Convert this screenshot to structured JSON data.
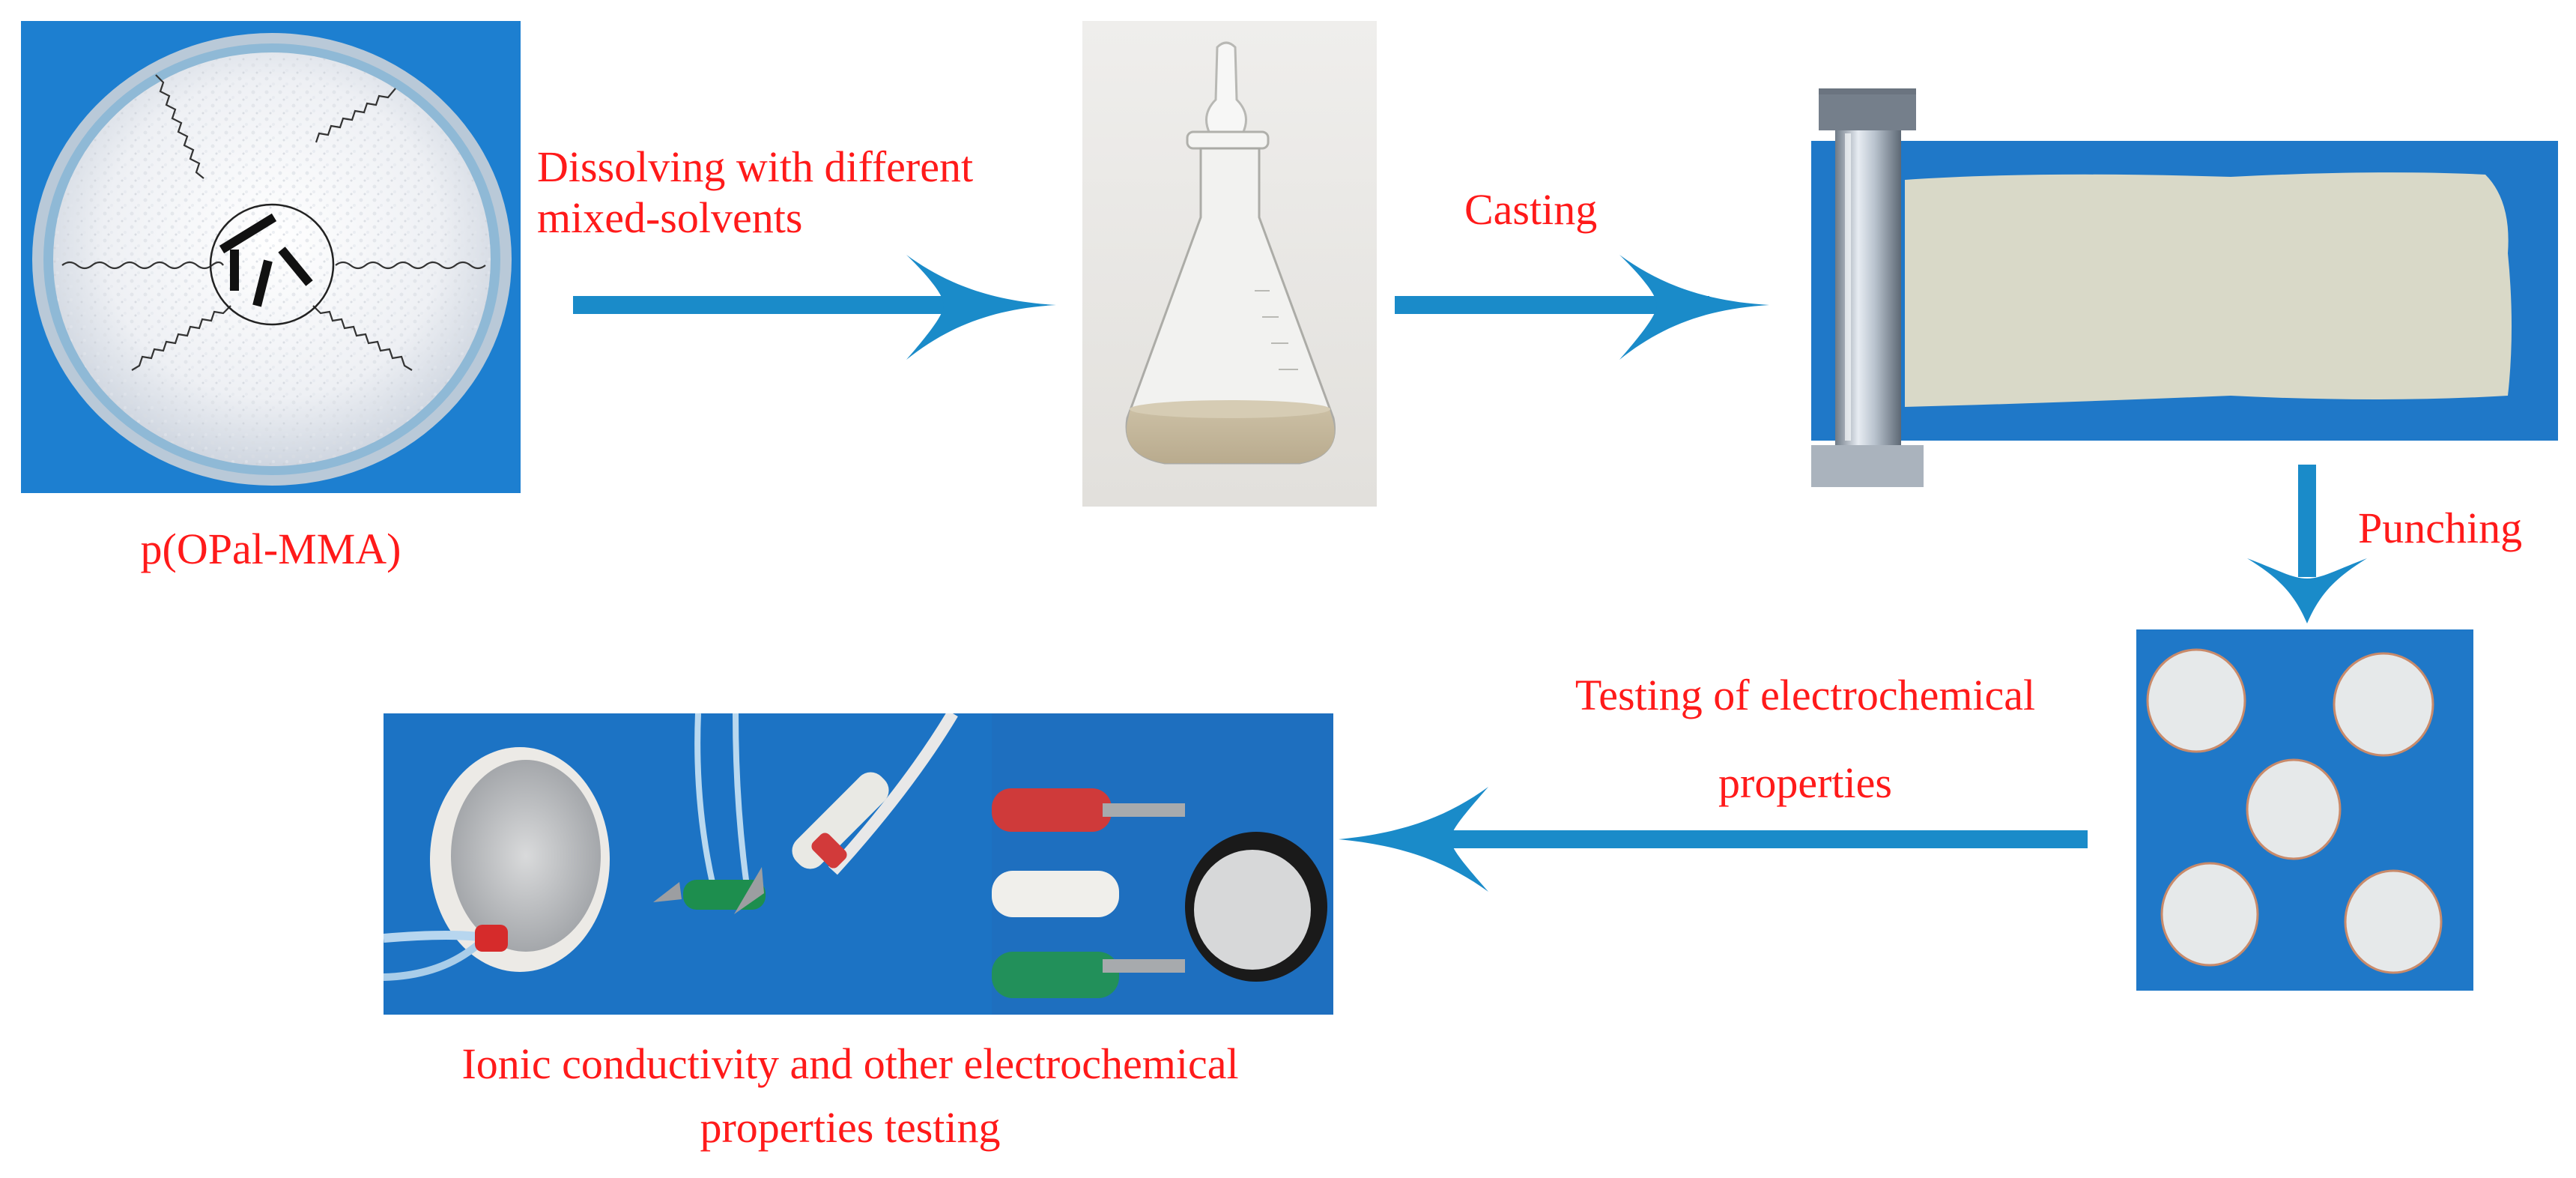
{
  "labels": {
    "polymer": "p(OPal-MMA)",
    "dissolving_line1": "Dissolving with different",
    "dissolving_line2": "mixed-solvents",
    "casting": "Casting",
    "punching": "Punching",
    "testing_line1": "Testing of electrochemical",
    "testing_line2": "properties",
    "ionic_line1": "Ionic conductivity and other electrochemical",
    "ionic_line2": "properties testing"
  },
  "colors": {
    "text": "#ff1a1a",
    "arrow": "#1a8bc9",
    "panel_blue": "#1f78c8",
    "film": "#d8d8c6"
  }
}
